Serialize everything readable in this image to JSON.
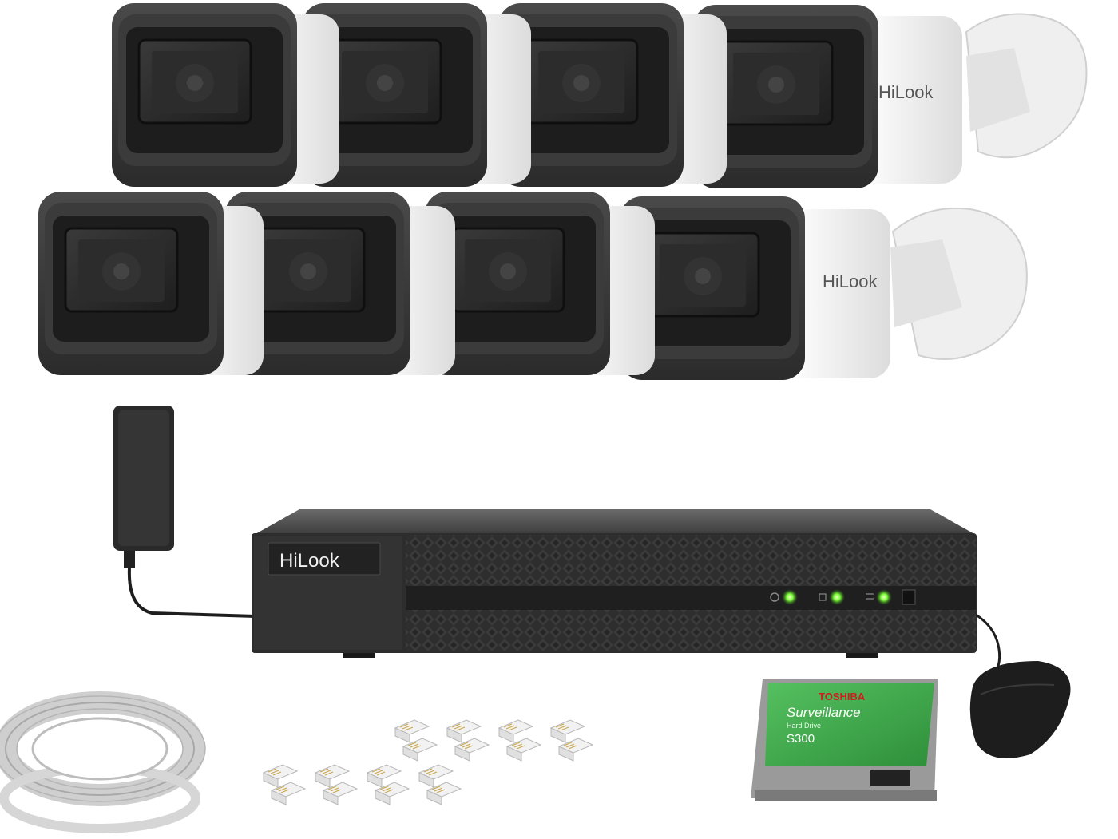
{
  "scene": "product-kit-photo",
  "cameras": {
    "brand": "HiLook",
    "count": 8
  },
  "nvr": {
    "brand": "HiLook",
    "led_color": "#7dff3a",
    "leds_lit": 3
  },
  "hdd": {
    "brand": "TOSHIBA",
    "line": "Surveillance",
    "sub": "Hard Drive",
    "model": "S300",
    "label_color": "#3fae4a"
  },
  "accessories": {
    "rj45_connectors": 16
  }
}
